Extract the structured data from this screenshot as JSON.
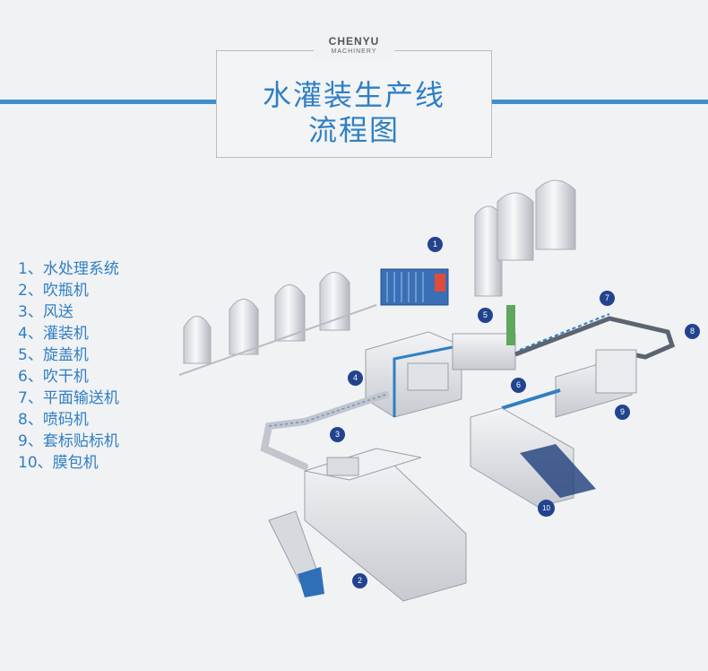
{
  "brand": {
    "name": "CHENYU",
    "sub": "MACHINERY"
  },
  "title": {
    "line1": "水灌装生产线",
    "line2": "流程图"
  },
  "legend": [
    "1、水处理系统",
    "2、吹瓶机",
    "3、风送",
    "4、灌装机",
    "5、旋盖机",
    "6、吹干机",
    "7、平面输送机",
    "8、喷码机",
    "9、套标贴标机",
    "10、膜包机"
  ],
  "badges": [
    "1",
    "2",
    "3",
    "4",
    "5",
    "6",
    "7",
    "8",
    "9",
    "10"
  ],
  "colors": {
    "accent": "#2f7fc4",
    "badge": "#22438e",
    "line": "#3f8fd0"
  }
}
